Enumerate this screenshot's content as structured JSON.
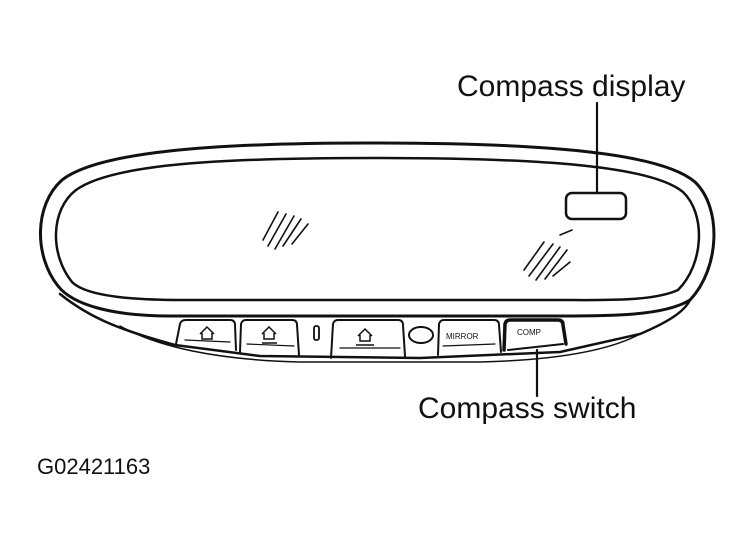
{
  "labels": {
    "compass_display": "Compass display",
    "compass_switch": "Compass switch",
    "figure_id": "G02421163"
  },
  "buttons": {
    "mirror": "MIRROR",
    "comp": "COMP"
  },
  "colors": {
    "ink": "#111111",
    "background": "#ffffff"
  }
}
